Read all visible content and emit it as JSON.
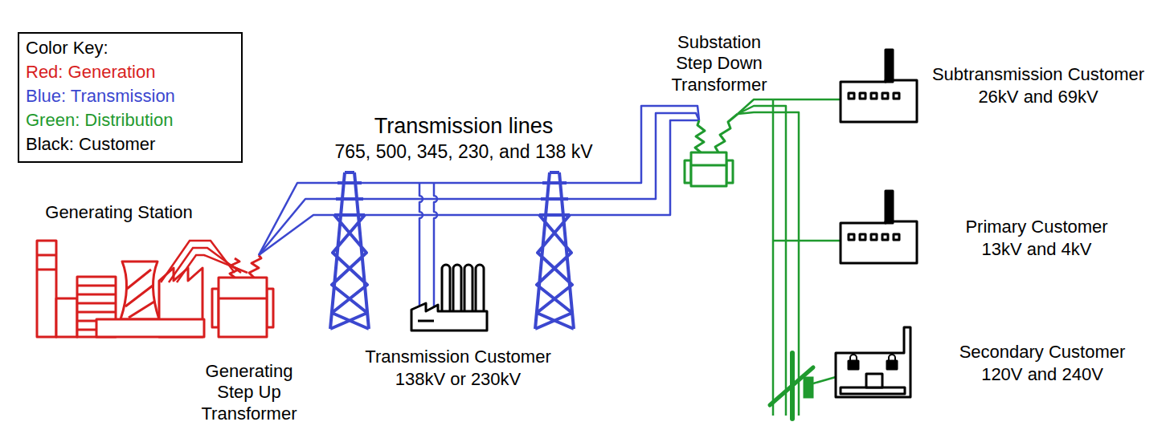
{
  "diagram": {
    "labels": [
      "Color Key:",
      "Transmission lines",
      "765, 500, 345, 230, and 138 kV",
      "Substation Step Down Transformer",
      "Generating Station",
      "Generating Step Up Transformer",
      "Transmission Customer",
      "138kV or 230kV",
      "Subtransmission Customer",
      "26kV and 69kV",
      "Primary Customer",
      "13kV and 4kV",
      "Secondary Customer",
      "120V and 240V"
    ],
    "legend": [
      {
        "text": "Red: Generation",
        "color": "#d81e1e"
      },
      {
        "text": "Blue: Transmission",
        "color": "#3b47cf"
      },
      {
        "text": "Green: Distribution",
        "color": "#1f9a2e"
      },
      {
        "text": "Black: Customer",
        "color": "#000000"
      }
    ]
  }
}
